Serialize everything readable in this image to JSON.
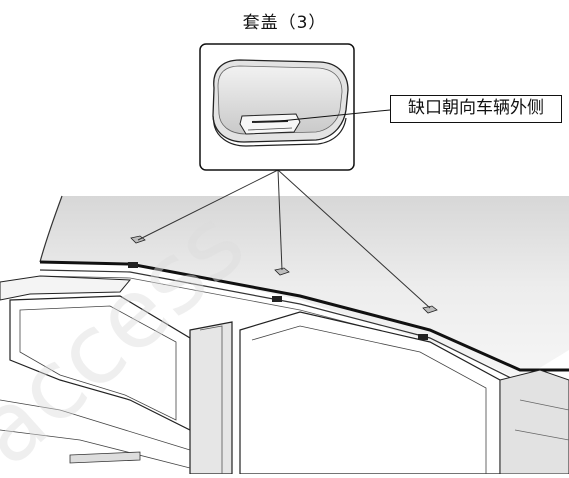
{
  "diagram": {
    "part_label": "套盖（3）",
    "callout_label": "缺口朝向车辆外侧",
    "watermark": "access",
    "clip_count": 3
  },
  "colors": {
    "line": "#1a1a1a",
    "roof_light": "#efefef",
    "roof_dark": "#cfcfcf",
    "clip_fill": "#bdbdbd",
    "cap_top": "#d9d9d9",
    "watermark": "#dcdcdc"
  }
}
